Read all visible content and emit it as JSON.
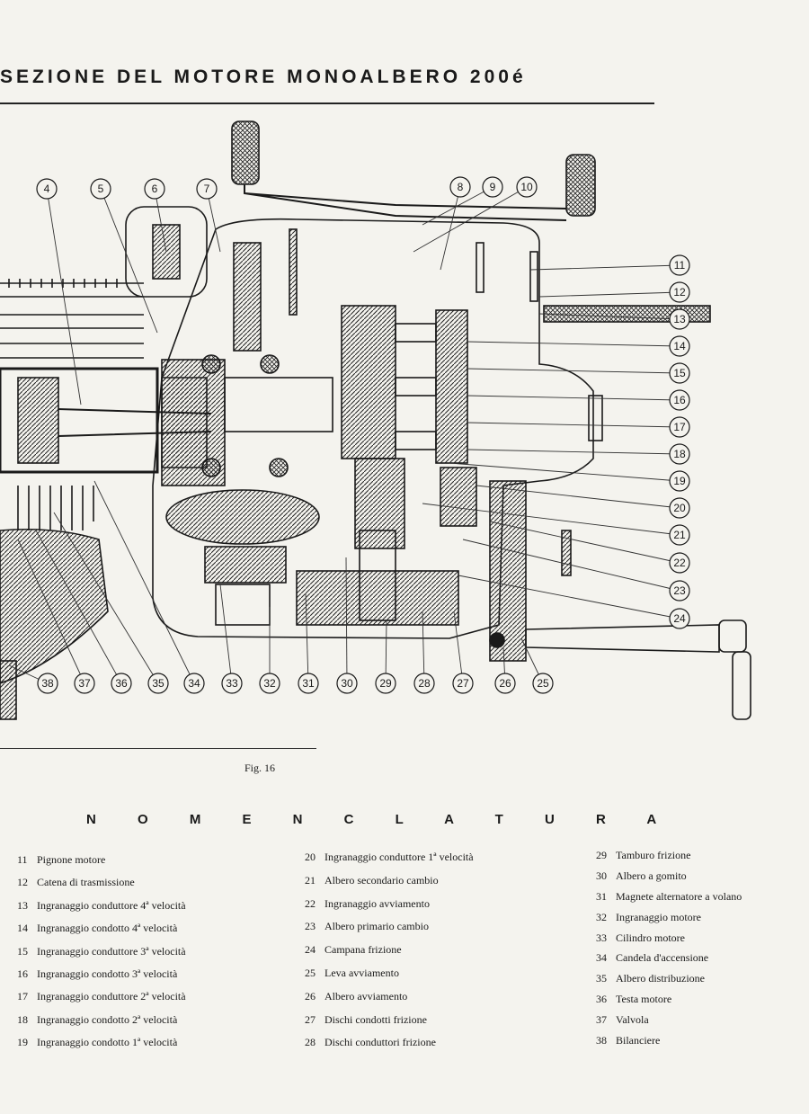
{
  "title": "SEZIONE DEL MOTORE MONOALBERO 200é",
  "figure_caption": "Fig. 16",
  "nomenclature_title": "N O M E N C L A T U R A",
  "callouts": [
    "4",
    "5",
    "6",
    "7",
    "8",
    "9",
    "10",
    "11",
    "12",
    "13",
    "14",
    "15",
    "16",
    "17",
    "18",
    "19",
    "20",
    "21",
    "22",
    "23",
    "24",
    "25",
    "26",
    "27",
    "28",
    "29",
    "30",
    "31",
    "32",
    "33",
    "34",
    "35",
    "36",
    "37",
    "38"
  ],
  "legend": {
    "col1": [
      {
        "n": "11",
        "label": "Pignone motore"
      },
      {
        "n": "12",
        "label": "Catena di trasmissione"
      },
      {
        "n": "13",
        "label": "Ingranaggio conduttore 4ª velocità"
      },
      {
        "n": "14",
        "label": "Ingranaggio condotto 4ª velocità"
      },
      {
        "n": "15",
        "label": "Ingranaggio conduttore 3ª velocità"
      },
      {
        "n": "16",
        "label": "Ingranaggio condotto 3ª velocità"
      },
      {
        "n": "17",
        "label": "Ingranaggio conduttore 2ª velocità"
      },
      {
        "n": "18",
        "label": "Ingranaggio condotto 2ª velocità"
      },
      {
        "n": "19",
        "label": "Ingranaggio condotto 1ª velocità"
      }
    ],
    "col2": [
      {
        "n": "20",
        "label": "Ingranaggio conduttore 1ª velocità"
      },
      {
        "n": "21",
        "label": "Albero secondario cambio"
      },
      {
        "n": "22",
        "label": "Ingranaggio avviamento"
      },
      {
        "n": "23",
        "label": "Albero primario cambio"
      },
      {
        "n": "24",
        "label": "Campana frizione"
      },
      {
        "n": "25",
        "label": "Leva avviamento"
      },
      {
        "n": "26",
        "label": "Albero avviamento"
      },
      {
        "n": "27",
        "label": "Dischi condotti frizione"
      },
      {
        "n": "28",
        "label": "Dischi conduttori frizione"
      }
    ],
    "col3": [
      {
        "n": "29",
        "label": "Tamburo frizione"
      },
      {
        "n": "30",
        "label": "Albero a gomito"
      },
      {
        "n": "31",
        "label": "Magnete alternatore a volano"
      },
      {
        "n": "32",
        "label": "Ingranaggio motore"
      },
      {
        "n": "33",
        "label": "Cilindro motore"
      },
      {
        "n": "34",
        "label": "Candela d'accensione"
      },
      {
        "n": "35",
        "label": "Albero distribuzione"
      },
      {
        "n": "36",
        "label": "Testa motore"
      },
      {
        "n": "37",
        "label": "Valvola"
      },
      {
        "n": "38",
        "label": "Bilanciere"
      }
    ]
  }
}
